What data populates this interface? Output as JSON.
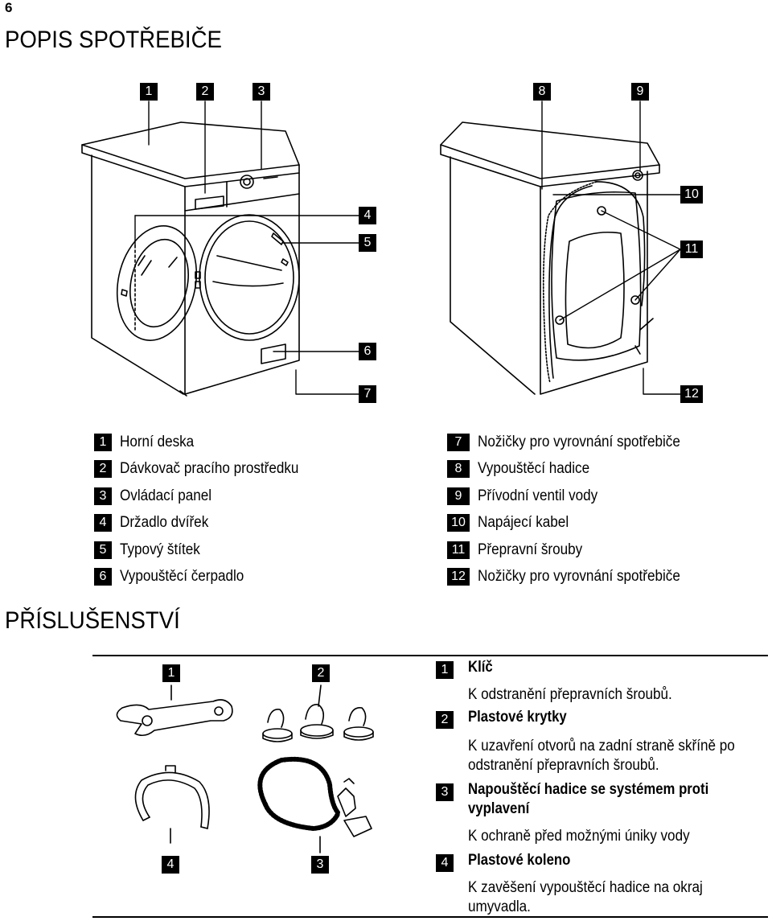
{
  "page_number": "6",
  "section_description": {
    "title": "POPIS SPOTŘEBIČE",
    "callouts": [
      "1",
      "2",
      "3",
      "4",
      "5",
      "6",
      "7",
      "8",
      "9",
      "10",
      "11",
      "12"
    ],
    "legend_left": [
      {
        "num": "1",
        "label": "Horní deska"
      },
      {
        "num": "2",
        "label": "Dávkovač pracího prostředku"
      },
      {
        "num": "3",
        "label": "Ovládací panel"
      },
      {
        "num": "4",
        "label": "Držadlo dvířek"
      },
      {
        "num": "5",
        "label": "Typový štítek"
      },
      {
        "num": "6",
        "label": "Vypouštěcí čerpadlo"
      }
    ],
    "legend_right": [
      {
        "num": "7",
        "label": "Nožičky pro vyrovnání spotřebiče"
      },
      {
        "num": "8",
        "label": "Vypouštěcí hadice"
      },
      {
        "num": "9",
        "label": "Přívodní ventil vody"
      },
      {
        "num": "10",
        "label": "Napájecí kabel"
      },
      {
        "num": "11",
        "label": "Přepravní šrouby"
      },
      {
        "num": "12",
        "label": "Nožičky pro vyrovnání spotřebiče"
      }
    ]
  },
  "section_accessories": {
    "title": "PŘÍSLUŠENSTVÍ",
    "callouts": [
      "1",
      "2",
      "4",
      "3"
    ],
    "items": [
      {
        "num": "1",
        "title": "Klíč",
        "desc": "K odstranění přepravních šroubů."
      },
      {
        "num": "2",
        "title": "Plastové krytky",
        "desc": "K uzavření otvorů na zadní straně skříně po odstranění přepravních šroubů."
      },
      {
        "num": "3",
        "title": "Napouštěcí hadice se systémem proti vyplavení",
        "desc": "K ochraně před možnými úniky vody"
      },
      {
        "num": "4",
        "title": "Plastové koleno",
        "desc": "K zavěšení vypouštěcí hadice na okraj umyvadla."
      }
    ]
  }
}
